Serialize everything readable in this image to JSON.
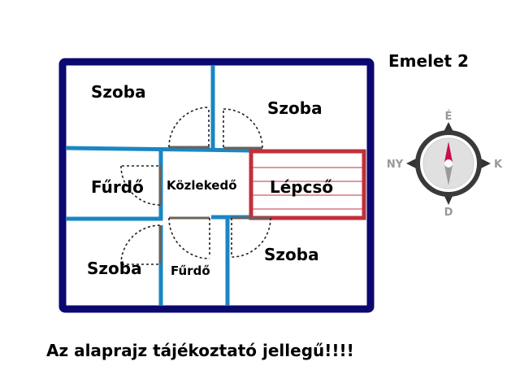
{
  "title": "Emelet 2",
  "rooms": {
    "room_top_left": "Szoba",
    "room_top_right": "Szoba",
    "bathroom_left": "Fűrdő",
    "corridor": "Közlekedő",
    "stairs": "Lépcső",
    "room_bottom_left": "Szoba",
    "bathroom_bottom": "Fűrdő",
    "room_bottom_right": "Szoba"
  },
  "compass": {
    "north": "É",
    "south": "D",
    "east": "K",
    "west": "NY"
  },
  "disclaimer": "Az alaprajz tájékoztató jellegű!!!!",
  "colors": {
    "outer_wall": "#0b0870",
    "inner_wall": "#1a86c4",
    "stairs": "#c0303a",
    "needle_north": "#c8104a"
  }
}
